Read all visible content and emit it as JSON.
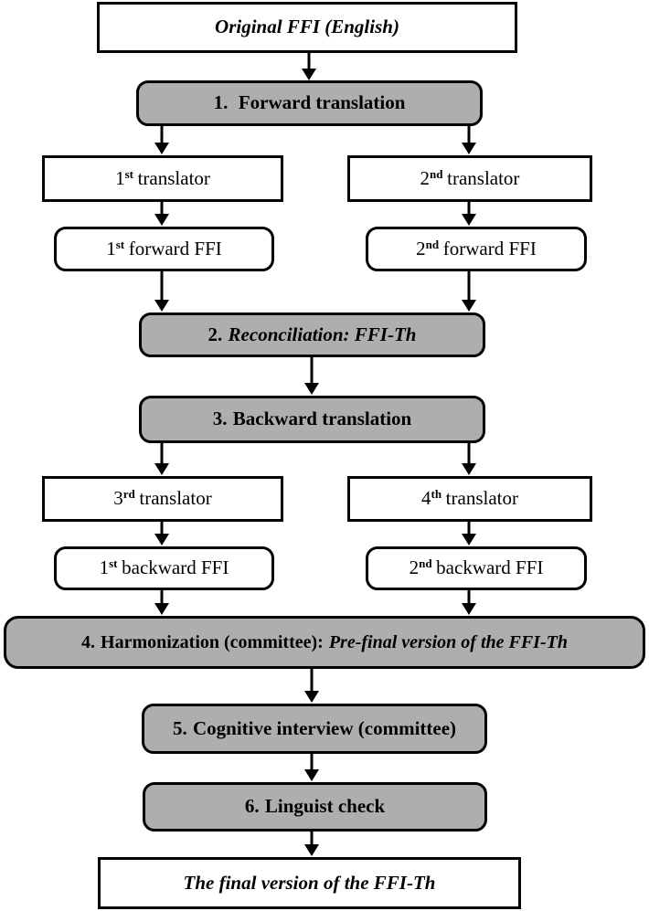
{
  "colors": {
    "node_fill_gray": "#aeaeae",
    "node_fill_white": "#ffffff",
    "line": "#000000"
  },
  "nodes": {
    "original": {
      "text": "Original FFI (English)"
    },
    "step1": {
      "number": "1.",
      "text": "Forward translation"
    },
    "translator1": {
      "ordinal": "1",
      "suffix": "st",
      "text": "translator"
    },
    "translator2": {
      "ordinal": "2",
      "suffix": "nd",
      "text": "translator"
    },
    "forward_ffi_1": {
      "ordinal": "1",
      "suffix": "st",
      "text": "forward FFI"
    },
    "forward_ffi_2": {
      "ordinal": "2",
      "suffix": "nd",
      "text": "forward FFI"
    },
    "step2": {
      "number": "2.",
      "italic_text": "Reconciliation: FFI-Th"
    },
    "step3": {
      "number": "3.",
      "text": "Backward translation"
    },
    "translator3": {
      "ordinal": "3",
      "suffix": "rd",
      "text": "translator"
    },
    "translator4": {
      "ordinal": "4",
      "suffix": "th",
      "text": "translator"
    },
    "backward_ffi_1": {
      "ordinal": "1",
      "suffix": "st",
      "text": "backward FFI"
    },
    "backward_ffi_2": {
      "ordinal": "2",
      "suffix": "nd",
      "text": "backward FFI"
    },
    "step4": {
      "number": "4.",
      "text": "Harmonization (committee):",
      "italic_text": "Pre-final version of the FFI-Th"
    },
    "step5": {
      "number": "5.",
      "text": "Cognitive interview (committee)"
    },
    "step6": {
      "number": "6.",
      "text": "Linguist check"
    },
    "final": {
      "text": "The final version of the FFI-Th"
    }
  }
}
